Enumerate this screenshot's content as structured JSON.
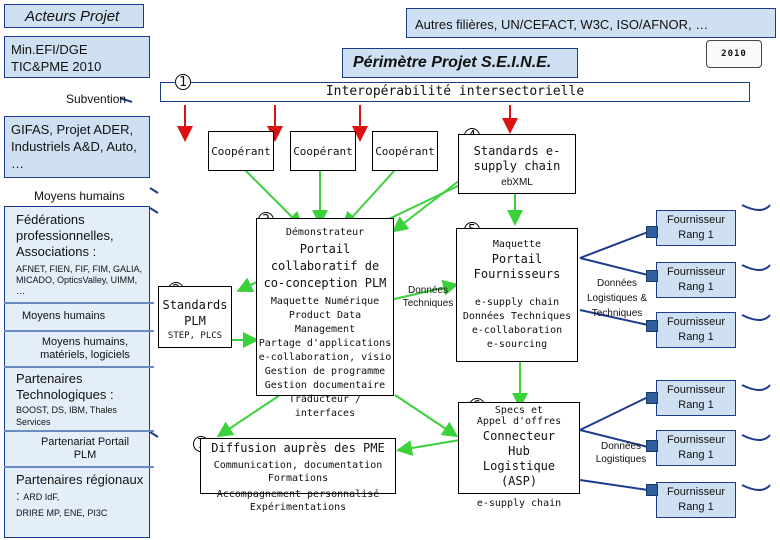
{
  "header": {
    "acteurs": "Acteurs Projet",
    "autres": "Autres filières, UN/CEFACT, W3C, ISO/AFNOR, …",
    "perimetre": "Périmètre Projet S.E.I.N.E.",
    "interop": "Interopérabilité intersectorielle",
    "logo_text": "2010"
  },
  "left": {
    "mineti": "Min.EFI/DGE TIC&PME 2010",
    "subvention": "Subvention",
    "gifas": "GIFAS, Projet ADER, Industriels A&D, Auto, …",
    "moyens_humains_1": "Moyens humains",
    "federations": "Fédérations professionnelles, Associations :",
    "federations_list": "AFNET, FIEN, FIF, FIM, GALIA, MICADO, OpticsValley, UIMM, …",
    "moyens_humains_2": "Moyens humains",
    "moyens_humains_3": "Moyens humains, matériels, logiciels",
    "partenaires_tech": "Partenaires Technologiques :",
    "partenaires_tech_list": "BOOST, DS, IBM, Thales Services",
    "partenariat_plm": "Partenariat Portail PLM",
    "partenaires_reg": "Partenaires régionaux :",
    "partenaires_reg_list_a": "ARD Id",
    "partenaires_reg_list_b": "F,",
    "partenaires_reg_list_c": "DRIRE MP, ENE, PI3C"
  },
  "numbers": [
    "1",
    "2",
    "3",
    "4",
    "5",
    "6",
    "7"
  ],
  "coop": [
    "Coopérant",
    "Coopérant",
    "Coopérant"
  ],
  "standards_esupply": {
    "title": "Standards e-supply chain",
    "sub": "ebXML"
  },
  "standards_plm": {
    "title": "Standards PLM",
    "sub": "STEP, PLCS"
  },
  "portail": {
    "label": "Démonstrateur",
    "title": "Portail collaboratif de co-conception PLM",
    "items": [
      "Maquette Numérique",
      "Product Data Management",
      "Partage d'applications",
      "e-collaboration, visio",
      "Gestion de programme",
      "Gestion documentaire",
      "Traducteur / interfaces"
    ]
  },
  "donnees_techniques_1": "Données Techniques",
  "fournisseurs": {
    "label": "Maquette",
    "title": "Portail Fournisseurs",
    "items": [
      "e-supply chain",
      "Données Techniques",
      "e-collaboration",
      "e-sourcing"
    ]
  },
  "donnees_logistiques_techniques": "Données Logistiques & Techniques",
  "hub": {
    "label": "Specs et",
    "label2": "Appel d'offres",
    "title": "Connecteur Hub Logistique (ASP)",
    "sub": "e-supply chain"
  },
  "donnees_logistiques": "Données Logistiques",
  "diffusion": {
    "title": "Diffusion auprès des PME",
    "items": [
      "Communication, documentation",
      "Formations",
      "Accompagnement personnalisé",
      "Expérimentations"
    ]
  },
  "rang": [
    "Fournisseur Rang 1",
    "Fournisseur Rang 1",
    "Fournisseur Rang 1",
    "Fournisseur Rang 1",
    "Fournisseur Rang 1",
    "Fournisseur Rang 1"
  ]
}
